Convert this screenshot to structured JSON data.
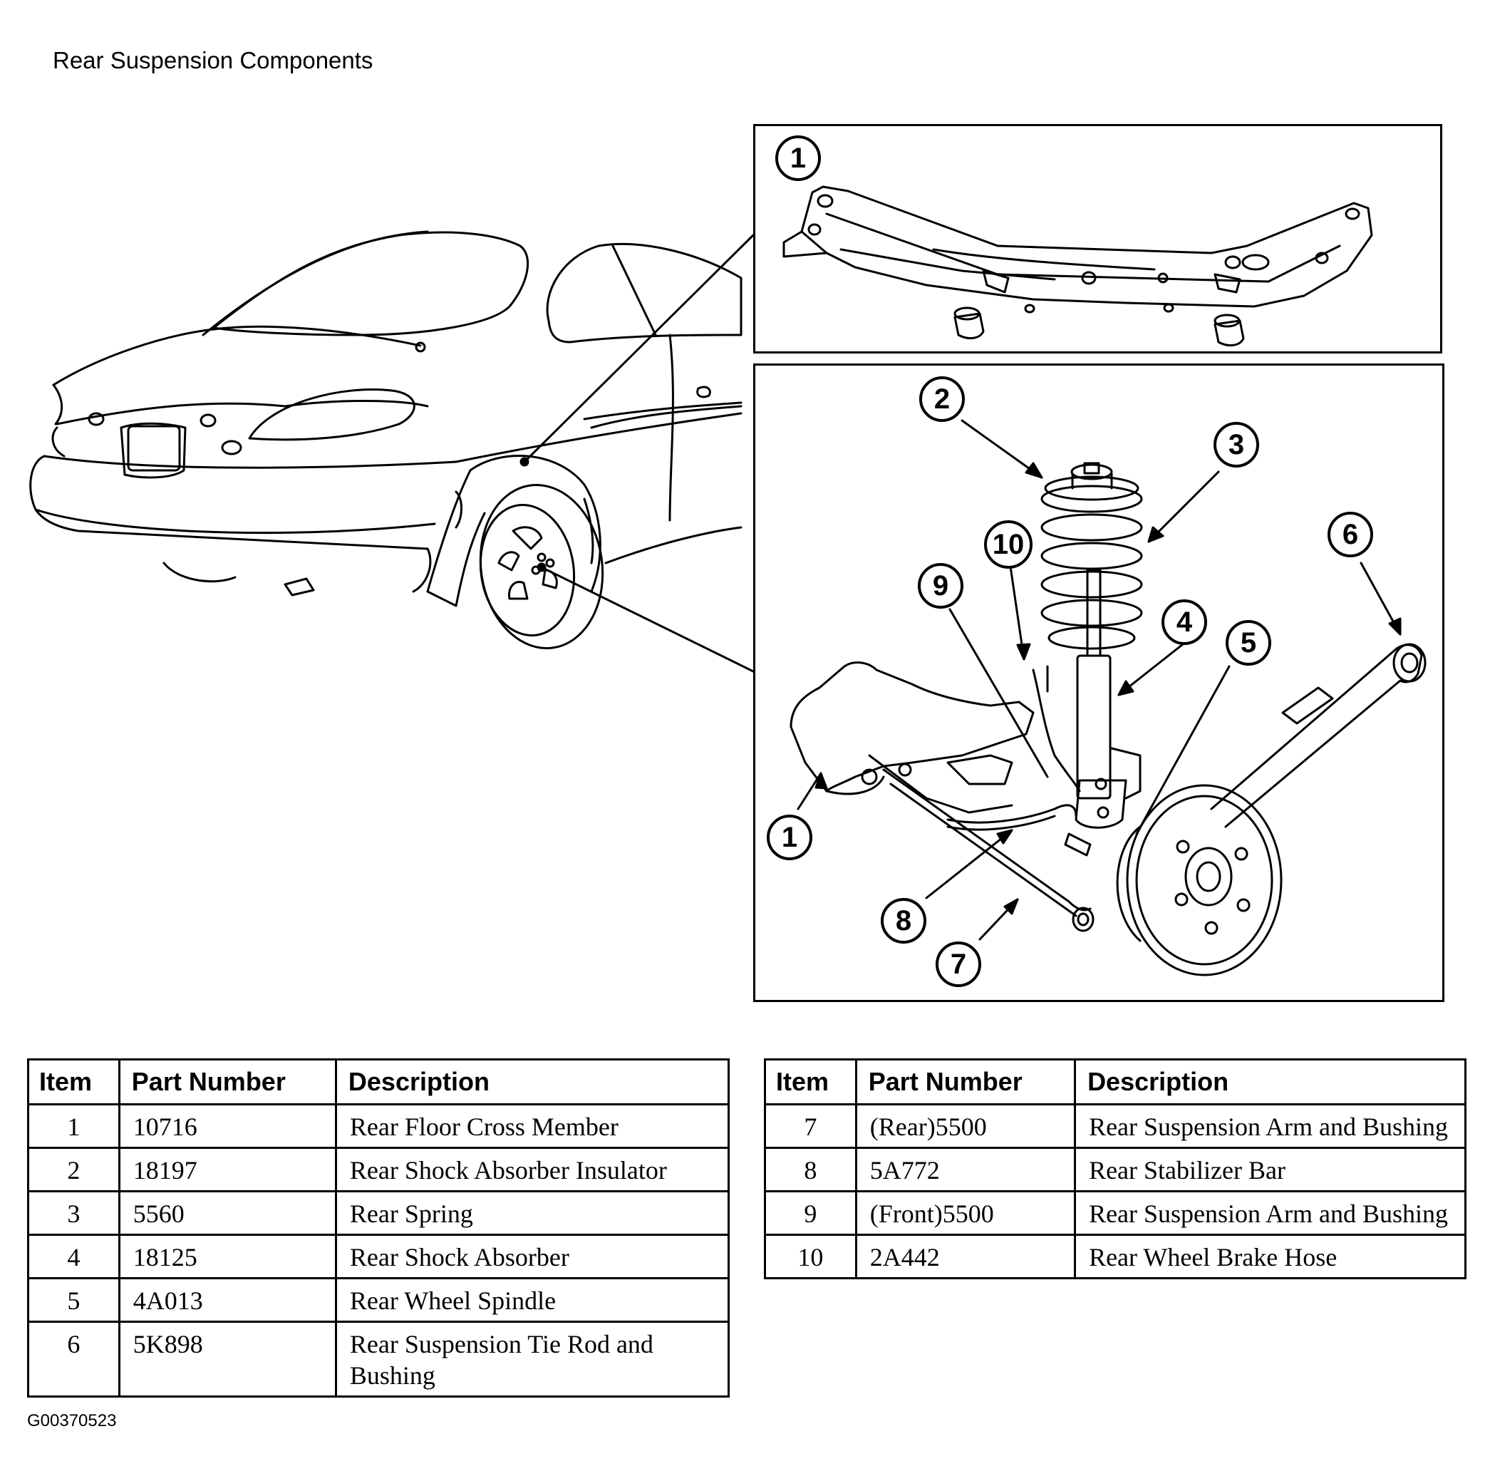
{
  "title": "Rear Suspension Components",
  "figure_id": "G00370523",
  "callouts": {
    "c1a": "1",
    "c1b": "1",
    "c2": "2",
    "c3": "3",
    "c4": "4",
    "c5": "5",
    "c6": "6",
    "c7": "7",
    "c8": "8",
    "c9": "9",
    "c10": "10"
  },
  "table": {
    "headers": {
      "item": "Item",
      "part_number": "Part Number",
      "description": "Description"
    },
    "rows": [
      {
        "item": "1",
        "part_number": "10716",
        "description": "Rear Floor Cross Member"
      },
      {
        "item": "2",
        "part_number": "18197",
        "description": "Rear Shock Absorber Insulator"
      },
      {
        "item": "3",
        "part_number": "5560",
        "description": "Rear Spring"
      },
      {
        "item": "4",
        "part_number": "18125",
        "description": "Rear Shock Absorber"
      },
      {
        "item": "5",
        "part_number": "4A013",
        "description": "Rear Wheel Spindle"
      },
      {
        "item": "6",
        "part_number": "5K898",
        "description": "Rear Suspension Tie Rod and Bushing"
      },
      {
        "item": "7",
        "part_number": "(Rear)5500",
        "description": "Rear Suspension Arm and Bushing"
      },
      {
        "item": "8",
        "part_number": "5A772",
        "description": "Rear Stabilizer Bar"
      },
      {
        "item": "9",
        "part_number": "(Front)5500",
        "description": "Rear Suspension Arm and Bushing"
      },
      {
        "item": "10",
        "part_number": "2A442",
        "description": "Rear Wheel Brake Hose"
      }
    ]
  }
}
